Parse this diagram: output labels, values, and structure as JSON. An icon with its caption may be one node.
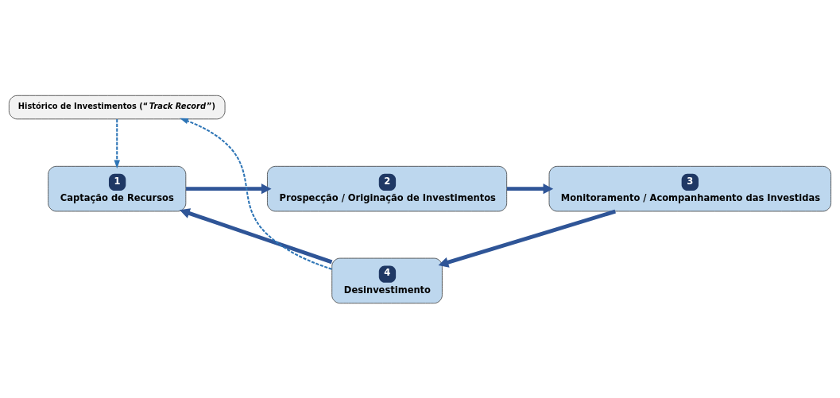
{
  "diagram": {
    "nodes": [
      {
        "text": [
          "1",
          "Captação de Recursos"
        ]
      },
      {
        "text": [
          "2",
          "Prospecção / Originação de Investimentos"
        ]
      },
      {
        "text": [
          "3",
          "Monitoramento / Acompanhamento das Investidas"
        ]
      },
      {
        "text": [
          "4",
          "Desinvestimento"
        ]
      },
      {
        "text": [
          "Histórico de Investimentos (“*Track Record*”)"
        ]
      }
    ],
    "edges": [
      {
        "from": 0,
        "to": 1,
        "arrow": "to"
      },
      {
        "from": 1,
        "to": 2,
        "arrow": "to"
      },
      {
        "from": 2,
        "to": 3,
        "arrow": "to"
      },
      {
        "from": 3,
        "to": 0,
        "arrow": "to"
      },
      {
        "from": 3,
        "to": 4,
        "arrow": "to",
        "style": "dashed",
        "color": "#2e75b6"
      },
      {
        "from": 4,
        "to": 0,
        "arrow": "to",
        "style": "dashed",
        "color": "#2e75b6"
      }
    ]
  }
}
